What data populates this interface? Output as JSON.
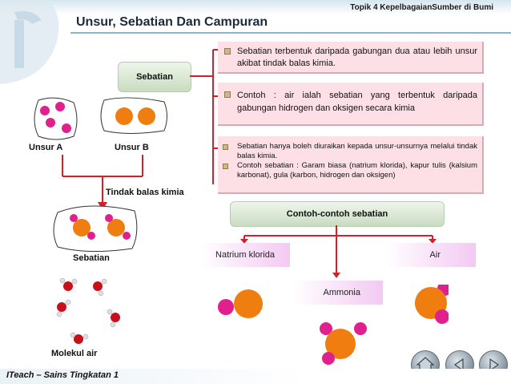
{
  "header": {
    "topic": "Topik 4 KepelbagaianSumber di Bumi"
  },
  "title": "Unsur, Sebatian Dan Campuran",
  "diagram": {
    "sebatian_box": "Sebatian",
    "unsur_a": "Unsur A",
    "unsur_b": "Unsur B",
    "reaction": "Tindak balas kimia",
    "product": "Sebatian",
    "water": "Molekul air"
  },
  "notes": [
    "Sebatian terbentuk daripada gabungan dua atau lebih unsur akibat tindak balas kimia.",
    "Contoh : air ialah sebatian yang terbentuk daripada gabungan hidrogen dan oksigen secara kimia",
    "Sebatian hanya boleh diuraikan kepada unsur-unsurnya melalui tindak balas kimia.",
    "Contoh sebatian : Garam biasa (natrium klorida), kapur tulis (kalsium karbonat), gula (karbon, hidrogen dan oksigen)"
  ],
  "examples": {
    "title": "Contoh-contoh sebatian",
    "items": [
      "Natrium klorida",
      "Air",
      "Ammonia"
    ]
  },
  "footer": {
    "text": "ITeach – Sains Tingkatan 1"
  },
  "nav": {
    "icons": [
      "home-icon",
      "back-icon",
      "next-icon"
    ]
  },
  "colors": {
    "element_a": "#e0208c",
    "element_b": "#f07d10",
    "oxygen": "#c8101c",
    "hydrogen": "#e8e8e8",
    "note_bg": "#fde0e6"
  }
}
